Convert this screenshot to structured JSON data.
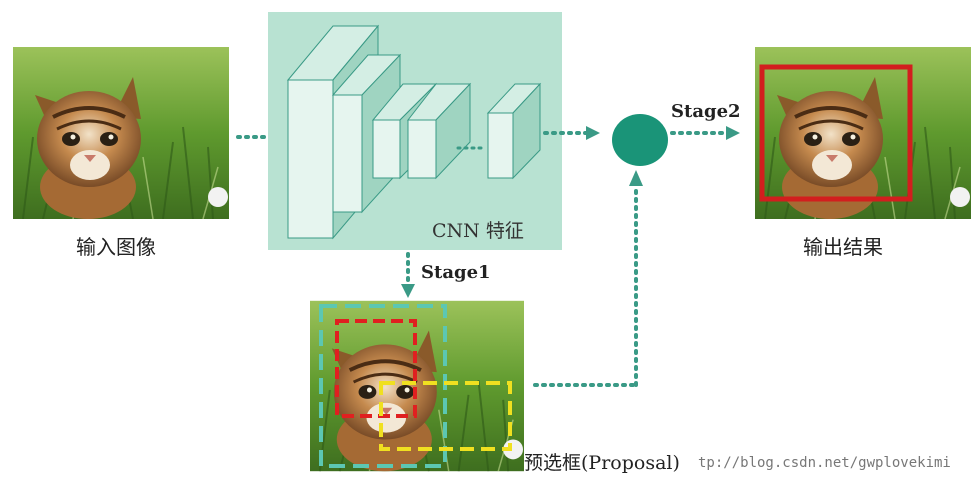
{
  "labels": {
    "input": "输入图像",
    "cnn": "CNN 特征",
    "output": "输出结果",
    "stage1": "Stage1",
    "stage2": "Stage2",
    "proposal": "预选框(Proposal)",
    "watermark": "tp://blog.csdn.net/gwplovekimi"
  },
  "colors": {
    "cnn_bg": "#b8e2d2",
    "block_face": "#e6f5ef",
    "block_side": "#9fd4c1",
    "block_edge": "#3a9a86",
    "dot": "#3a9a86",
    "node": "#1a9478",
    "output_box": "#d21e1e",
    "proposal_cyan": "#5cc7b2",
    "proposal_red": "#e02020",
    "proposal_yellow": "#f0e020",
    "grass": "#5f9a2e",
    "cat_fur": "#b07038"
  }
}
